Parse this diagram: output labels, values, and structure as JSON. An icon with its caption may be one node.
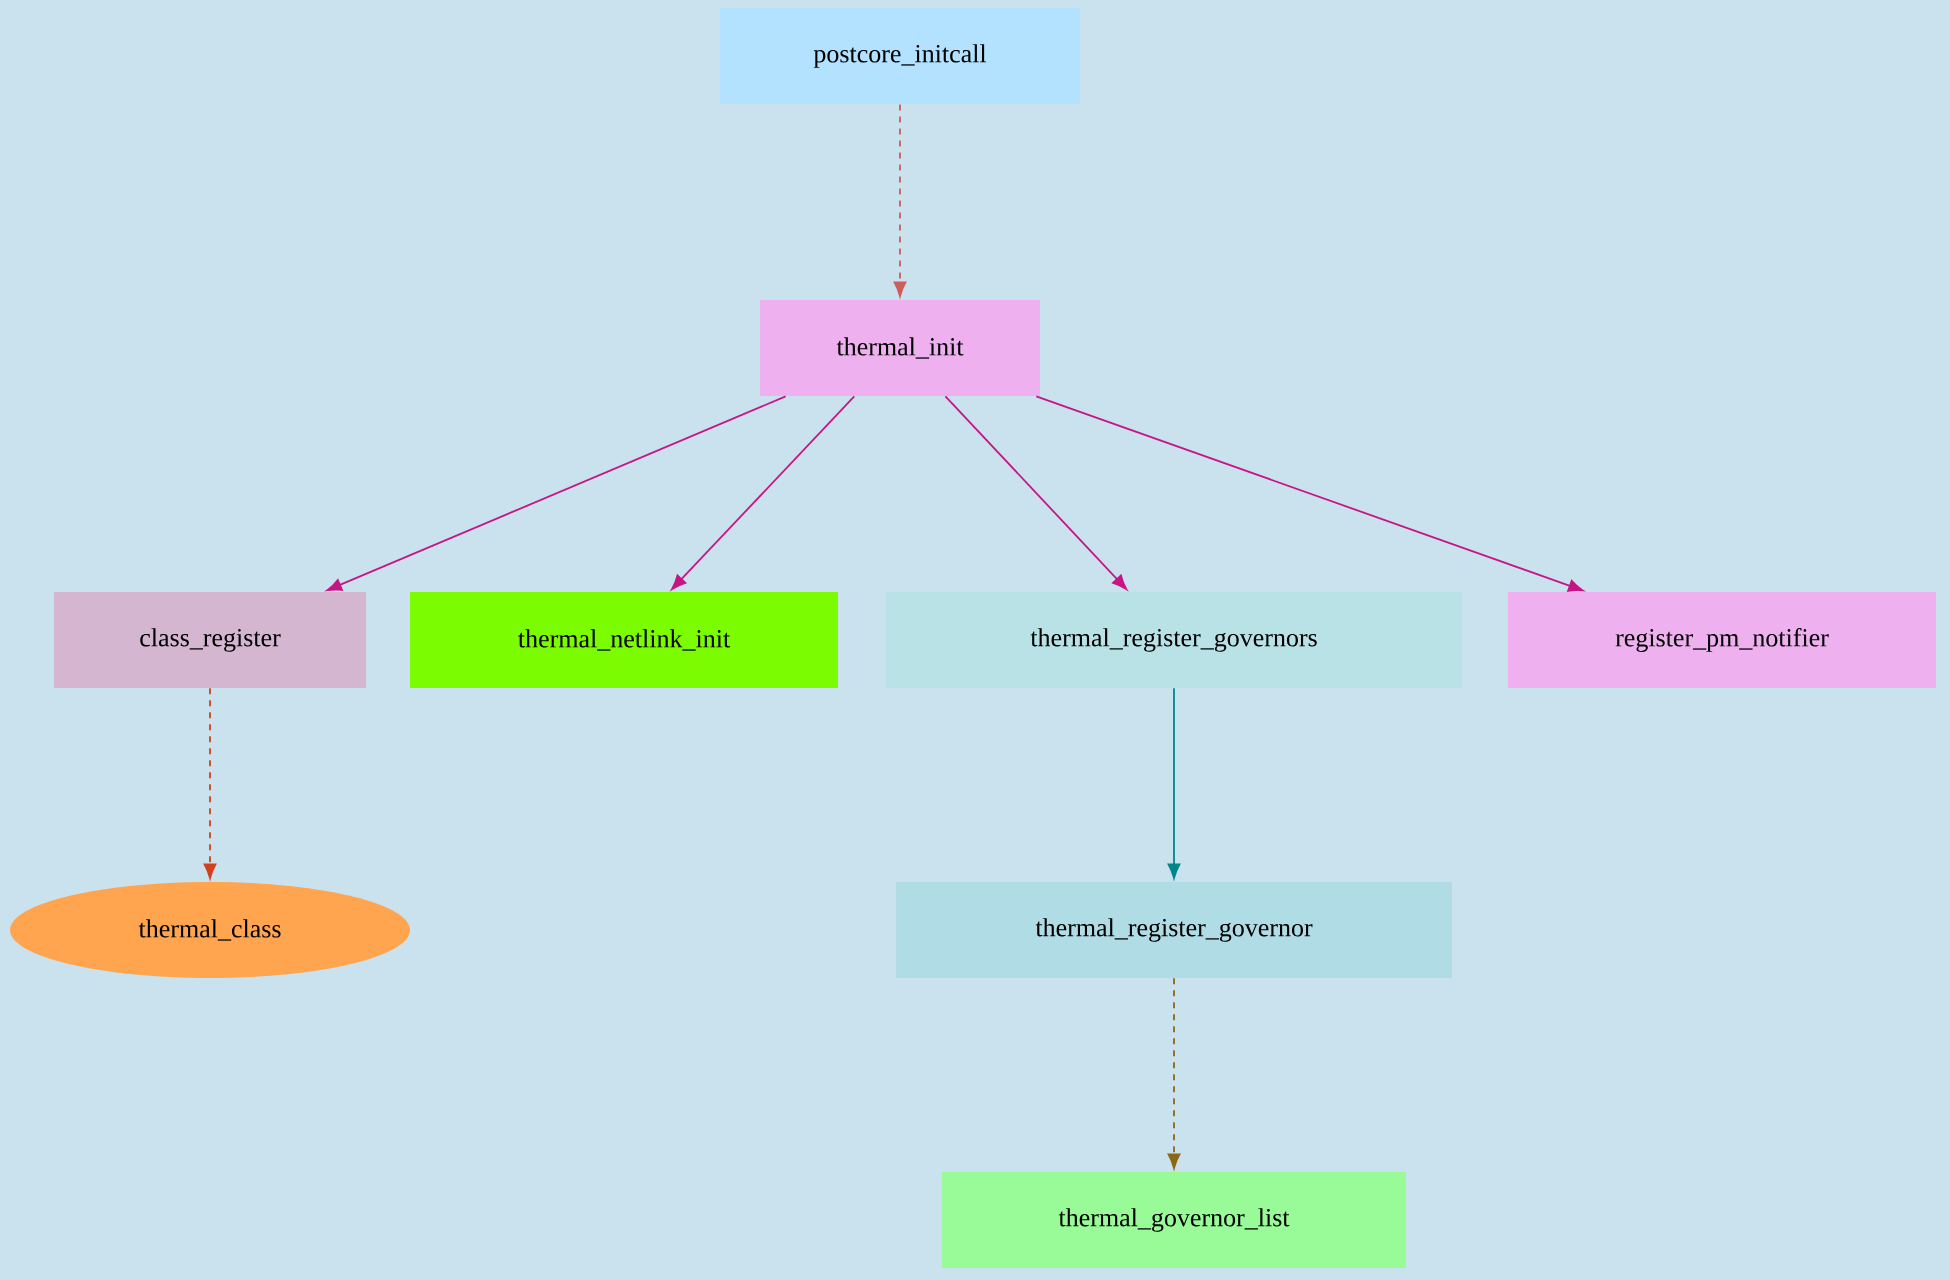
{
  "diagram": {
    "nodes": [
      {
        "text": [
          "postcore_initcall"
        ]
      },
      {
        "text": [
          "thermal_init"
        ]
      },
      {
        "text": [
          "class_register"
        ]
      },
      {
        "text": [
          "thermal_netlink_init"
        ]
      },
      {
        "text": [
          "thermal_register_governors"
        ]
      },
      {
        "text": [
          "register_pm_notifier"
        ]
      },
      {
        "text": [
          "thermal_class"
        ]
      },
      {
        "text": [
          "thermal_register_governor"
        ]
      },
      {
        "text": [
          "thermal_governor_list"
        ]
      }
    ],
    "edges": [
      {
        "from": 0,
        "to": 1,
        "arrow": "to",
        "style": "dashed",
        "color": "#cd5c5c"
      },
      {
        "from": 1,
        "to": 2,
        "arrow": "to"
      },
      {
        "from": 1,
        "to": 3,
        "arrow": "to"
      },
      {
        "from": 1,
        "to": 4,
        "arrow": "to"
      },
      {
        "from": 1,
        "to": 5,
        "arrow": "to"
      },
      {
        "from": 2,
        "to": 6,
        "arrow": "to",
        "style": "dashed",
        "color": "#d2401e"
      },
      {
        "from": 4,
        "to": 7,
        "arrow": "to",
        "color": "#00868b"
      },
      {
        "from": 7,
        "to": 8,
        "arrow": "to",
        "style": "dashed",
        "color": "#8b6914"
      }
    ]
  }
}
